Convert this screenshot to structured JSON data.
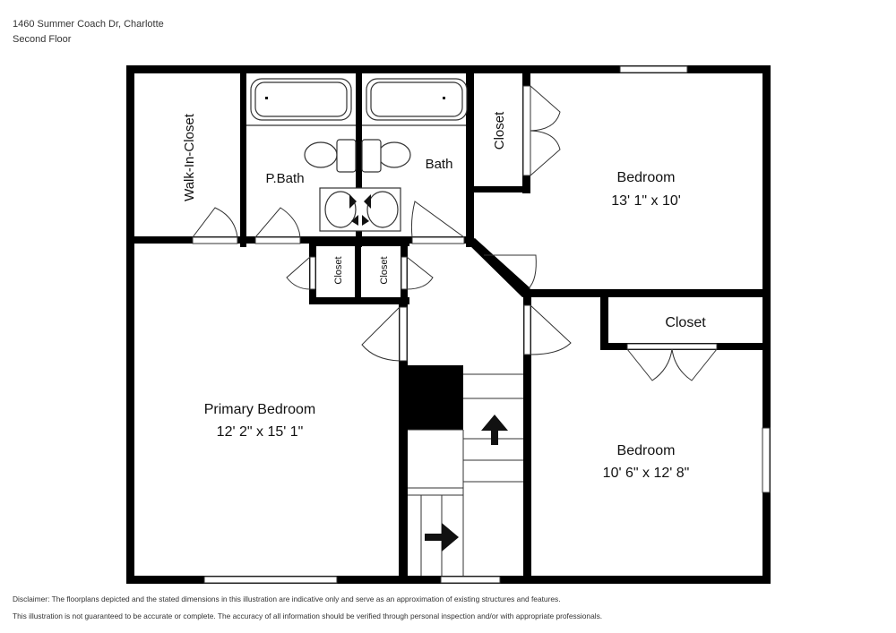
{
  "header": {
    "address": "1460 Summer Coach Dr, Charlotte",
    "floor": "Second Floor"
  },
  "rooms": {
    "walk_in_closet": "Walk-In-Closet",
    "p_bath": "P.Bath",
    "bath": "Bath",
    "closet_top": "Closet",
    "bedroom_1": {
      "name": "Bedroom",
      "dims": "13' 1\" x 10'"
    },
    "closet_hall_left": "Closet",
    "closet_hall_right": "Closet",
    "closet_right": "Closet",
    "primary_bedroom": {
      "name": "Primary Bedroom",
      "dims": "12' 2\" x 15' 1\""
    },
    "bedroom_2": {
      "name": "Bedroom",
      "dims": "10' 6\" x 12' 8\""
    }
  },
  "footer": {
    "disclaimer_1": "Disclaimer: The floorplans depicted and the stated dimensions in this illustration are indicative only and serve as an approximation of existing structures and features.",
    "disclaimer_2": "This illustration is not guaranteed to be accurate or complete. The accuracy of all information should be verified through personal inspection and/or with appropriate professionals."
  },
  "colors": {
    "wall": "#000000",
    "line": "#333333",
    "background": "#ffffff"
  }
}
